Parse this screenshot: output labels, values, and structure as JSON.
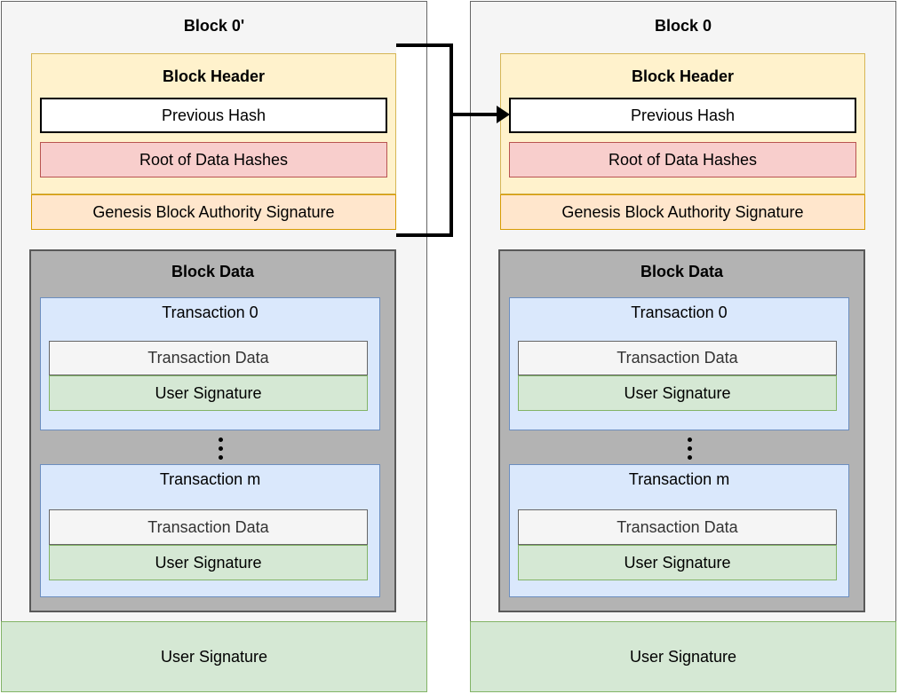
{
  "palette": {
    "canvas_bg": "#ffffff",
    "container_fill": "#f5f5f5",
    "container_border": "#666666",
    "header_fill": "#fff2cc",
    "header_border": "#d6b656",
    "previous_hash_fill": "#ffffff",
    "previous_hash_border": "#000000",
    "root_hash_fill": "#f8cecc",
    "root_hash_border": "#b85450",
    "authority_fill": "#ffe6cc",
    "authority_border": "#d79b00",
    "block_data_fill": "#b3b3b3",
    "block_data_border": "#595959",
    "transaction_fill": "#dae8fc",
    "transaction_border": "#6c8ebf",
    "transaction_data_fill": "#f5f5f5",
    "transaction_data_border": "#666666",
    "transaction_data_text": "#333333",
    "signature_fill": "#d5e8d4",
    "signature_border": "#82b366",
    "connector_color": "#000000"
  },
  "blocks": [
    {
      "title": "Block 0'",
      "header": {
        "title": "Block Header",
        "previous_hash": "Previous Hash",
        "root_of_data_hashes": "Root of Data Hashes"
      },
      "authority_signature": "Genesis Block Authority Signature",
      "block_data": {
        "title": "Block Data",
        "transactions": [
          {
            "label": "Transaction 0",
            "data_label": "Transaction Data",
            "signature_label": "User Signature"
          },
          {
            "label": "Transaction m",
            "data_label": "Transaction Data",
            "signature_label": "User Signature"
          }
        ]
      },
      "user_signature": "User Signature"
    },
    {
      "title": "Block 0",
      "header": {
        "title": "Block Header",
        "previous_hash": "Previous Hash",
        "root_of_data_hashes": "Root of Data Hashes"
      },
      "authority_signature": "Genesis Block Authority Signature",
      "block_data": {
        "title": "Block Data",
        "transactions": [
          {
            "label": "Transaction 0",
            "data_label": "Transaction Data",
            "signature_label": "User Signature"
          },
          {
            "label": "Transaction m",
            "data_label": "Transaction Data",
            "signature_label": "User Signature"
          }
        ]
      },
      "user_signature": "User Signature"
    }
  ]
}
